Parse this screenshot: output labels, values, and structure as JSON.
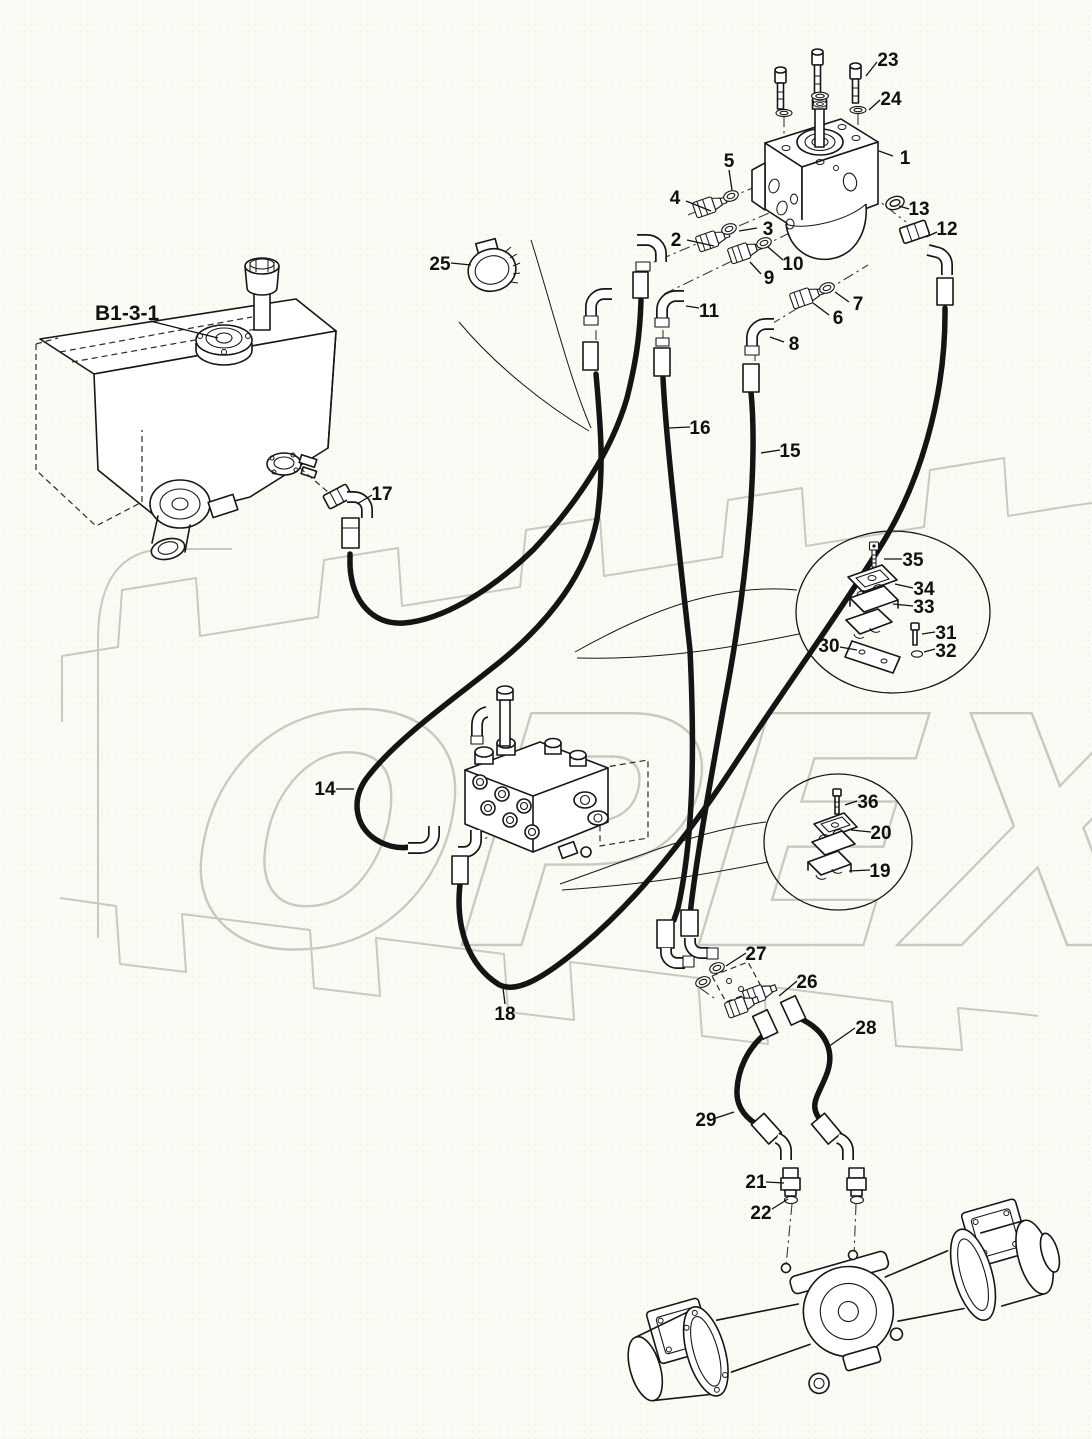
{
  "page": {
    "background": "#fbfbf6",
    "line_color": "#161616",
    "watermark_color": "#c9c9c2"
  },
  "watermark": {
    "text": "OPEX"
  },
  "assembly": {
    "label": "B1-3-1"
  },
  "callouts": [
    "1",
    "2",
    "3",
    "4",
    "5",
    "6",
    "7",
    "8",
    "9",
    "10",
    "11",
    "12",
    "13",
    "14",
    "15",
    "16",
    "17",
    "18",
    "19",
    "20",
    "21",
    "22",
    "23",
    "24",
    "25",
    "26",
    "27",
    "28",
    "29",
    "30",
    "31",
    "32",
    "33",
    "34",
    "35",
    "36"
  ]
}
